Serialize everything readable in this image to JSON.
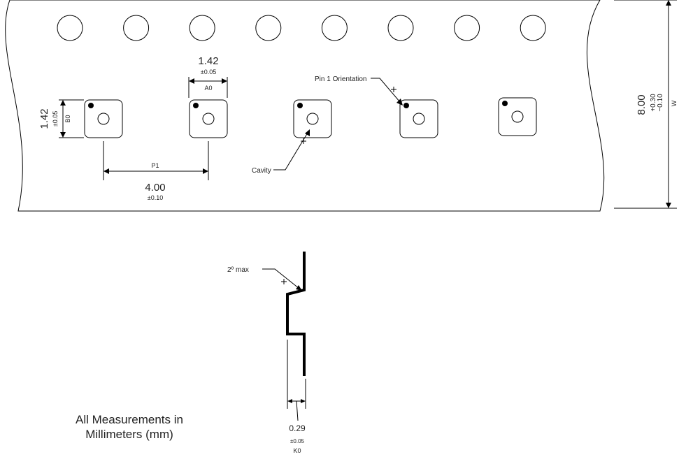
{
  "sprocket_hole_count": 8,
  "cavity_count": 5,
  "a0": {
    "value": "1.42",
    "tolerance": "±0.05",
    "label": "A0"
  },
  "b0": {
    "value": "1.42",
    "tolerance": "±0.05",
    "label": "B0"
  },
  "p1": {
    "value": "4.00",
    "tolerance": "±0.10",
    "label": "P1"
  },
  "w": {
    "value": "8.00",
    "tol_plus": "+0.30",
    "tol_minus": "−0.10",
    "label": "W"
  },
  "k0": {
    "value": "0.29",
    "tolerance": "±0.05",
    "label": "K0"
  },
  "callouts": {
    "pin1": "Pin 1 Orientation",
    "cavity": "Cavity",
    "angle": "2º  max"
  },
  "footnote": {
    "line1": "All Measurements in",
    "line2": "Millimeters (mm)"
  },
  "colors": {
    "ink": "#000000",
    "text": "#222222",
    "background": "#ffffff"
  }
}
